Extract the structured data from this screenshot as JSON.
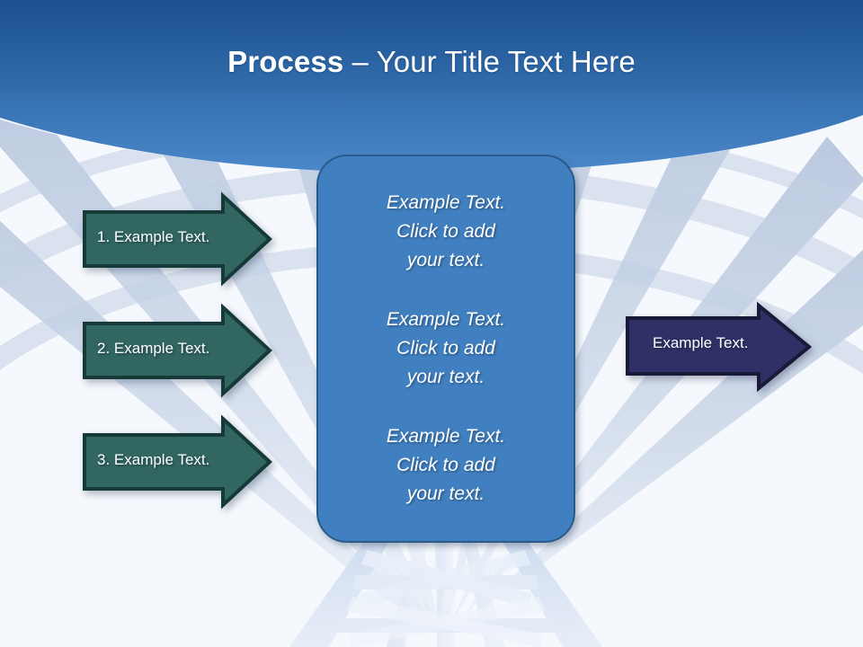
{
  "slide": {
    "title": {
      "strong": "Process",
      "rest": " – Your Title Text Here"
    }
  },
  "theme": {
    "header_blue_top": "#1f5597",
    "header_blue_bottom": "#4a86c8",
    "page_background": "#f5f8fc",
    "stripe_light": "#ffffff",
    "stripe_shade": "#c7d2e4",
    "tower_color": "#dde5f2",
    "center_box_fill": "#4180c0",
    "center_box_stroke": "#2a5a8c",
    "left_arrow_fill": "#326660",
    "left_arrow_stroke": "#153a38",
    "right_arrow_fill": "#2f3066",
    "right_arrow_stroke": "#181a38",
    "title_text": "#ffffff"
  },
  "left_arrows": [
    {
      "label": "1. Example Text."
    },
    {
      "label": "2. Example Text."
    },
    {
      "label": "3. Example Text."
    }
  ],
  "center_box": {
    "paragraphs": [
      "Example Text.\nClick  to add\nyour text.",
      "Example Text.\nClick  to add\nyour text.",
      "Example Text.\nClick  to add\nyour text."
    ]
  },
  "right_arrow": {
    "label": "Example Text."
  }
}
